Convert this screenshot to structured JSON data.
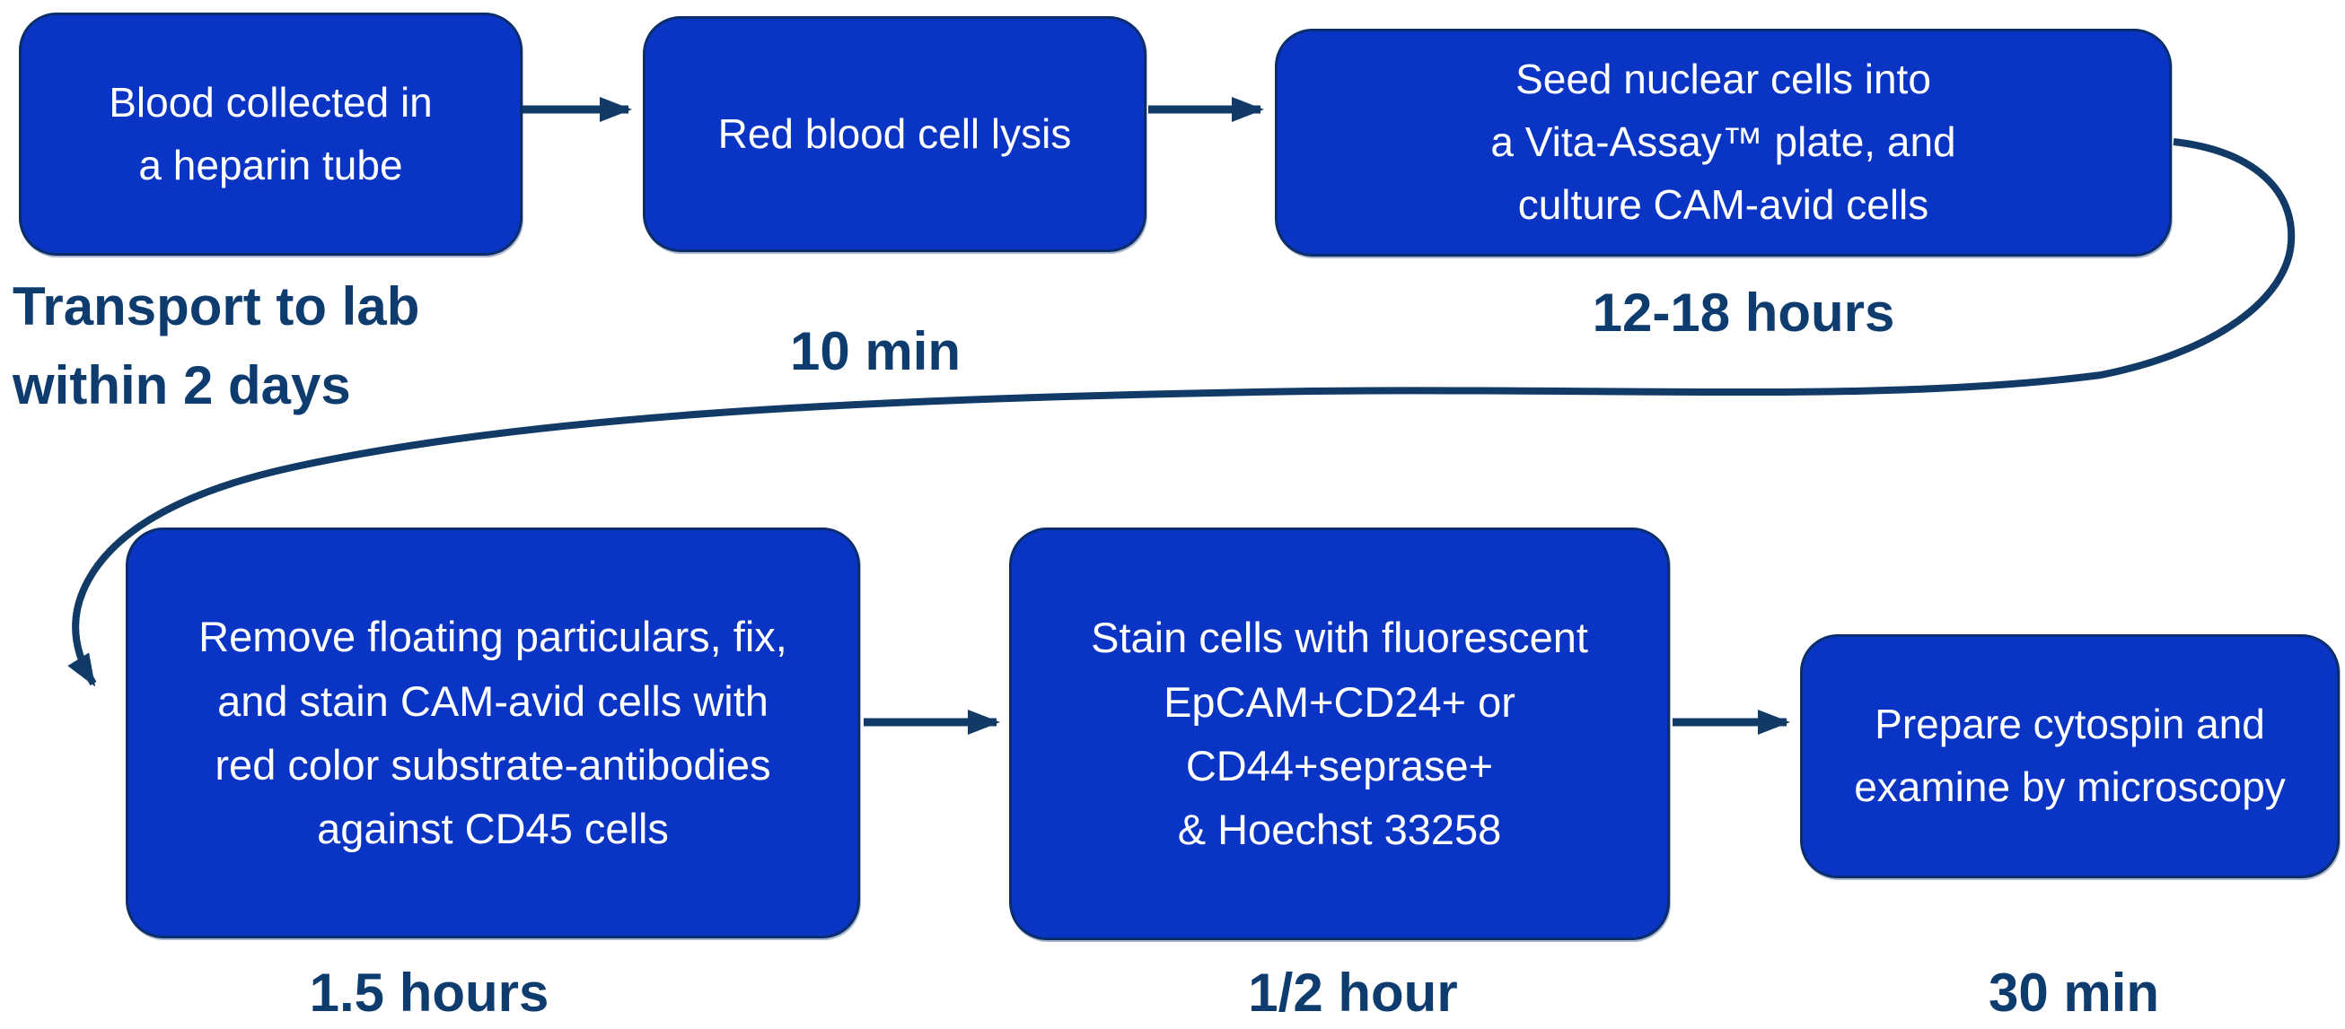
{
  "boxes": [
    {
      "id": "blood-collection",
      "lines": [
        "Blood collected in",
        "a heparin tube"
      ]
    },
    {
      "id": "rbc-lysis",
      "lines": [
        "Red blood cell lysis"
      ]
    },
    {
      "id": "seed-cells",
      "lines": [
        "Seed nuclear cells into",
        "a Vita-Assay™ plate, and",
        "culture CAM-avid cells"
      ]
    },
    {
      "id": "stain-cam",
      "lines": [
        "Remove floating particulars, fix,",
        "and stain CAM-avid cells with",
        "red color substrate-antibodies",
        "against CD45 cells"
      ]
    },
    {
      "id": "stain-fluorescent",
      "lines": [
        "Stain cells with fluorescent",
        "EpCAM+CD24+ or",
        "CD44+seprase+",
        "& Hoechst 33258"
      ]
    },
    {
      "id": "cytospin",
      "lines": [
        "Prepare cytospin and",
        "examine by microscopy"
      ]
    }
  ],
  "durations": {
    "transport": {
      "lines": [
        "Transport to lab",
        "within 2 days"
      ]
    },
    "lysis": "10 min",
    "seed": "12-18 hours",
    "stain_cam": "1.5 hours",
    "stain_fluorescent": "1/2 hour",
    "cytospin": "30 min"
  },
  "colors": {
    "box_fill": "#0a34c4",
    "box_border": "#0a2d6b",
    "box_text": "#ffffff",
    "label_text": "#0e3c6e",
    "arrow": "#113b66",
    "background": "#ffffff"
  }
}
